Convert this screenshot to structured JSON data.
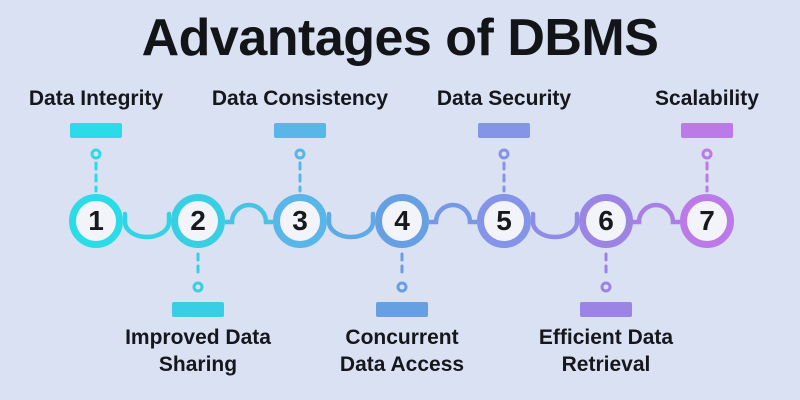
{
  "title": "Advantages of DBMS",
  "background": "#d9e1f2",
  "circle_fill": "#f2f4f9",
  "items": [
    {
      "number": "1",
      "label": "Data Integrity",
      "position": "top",
      "color": "#2bdce8"
    },
    {
      "number": "2",
      "label": "Improved Data\nSharing",
      "position": "bottom",
      "color": "#38cee3"
    },
    {
      "number": "3",
      "label": "Data Consistency",
      "position": "top",
      "color": "#58b6e8"
    },
    {
      "number": "4",
      "label": "Concurrent\nData Access",
      "position": "bottom",
      "color": "#679fe3"
    },
    {
      "number": "5",
      "label": "Data Security",
      "position": "top",
      "color": "#8494e8"
    },
    {
      "number": "6",
      "label": "Efficient Data\nRetrieval",
      "position": "bottom",
      "color": "#9b84e4"
    },
    {
      "number": "7",
      "label": "Scalability",
      "position": "top",
      "color": "#bb7ae8"
    }
  ],
  "connectors": [
    {
      "shape": "u",
      "color": "#31d4e5"
    },
    {
      "shape": "arch",
      "color": "#48c2e5"
    },
    {
      "shape": "u",
      "color": "#5faae5"
    },
    {
      "shape": "arch",
      "color": "#7599e5"
    },
    {
      "shape": "u",
      "color": "#8f8ce6"
    },
    {
      "shape": "arch",
      "color": "#aa7fe5"
    }
  ]
}
